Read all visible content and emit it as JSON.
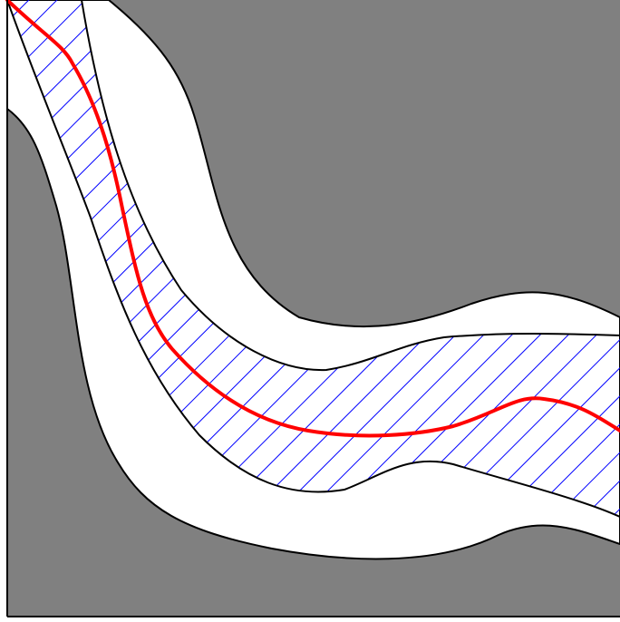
{
  "colors": {
    "background": "#ffffff",
    "outer_region": "#808080",
    "band": "#ffffff",
    "hatch": "#0000ff",
    "center_curve": "#ff0000",
    "outline": "#000000"
  },
  "elements": {
    "outer_region": "gray-region",
    "outer_band": "white-band",
    "inner_band": "hatched-band",
    "curve": "red-center-curve"
  }
}
